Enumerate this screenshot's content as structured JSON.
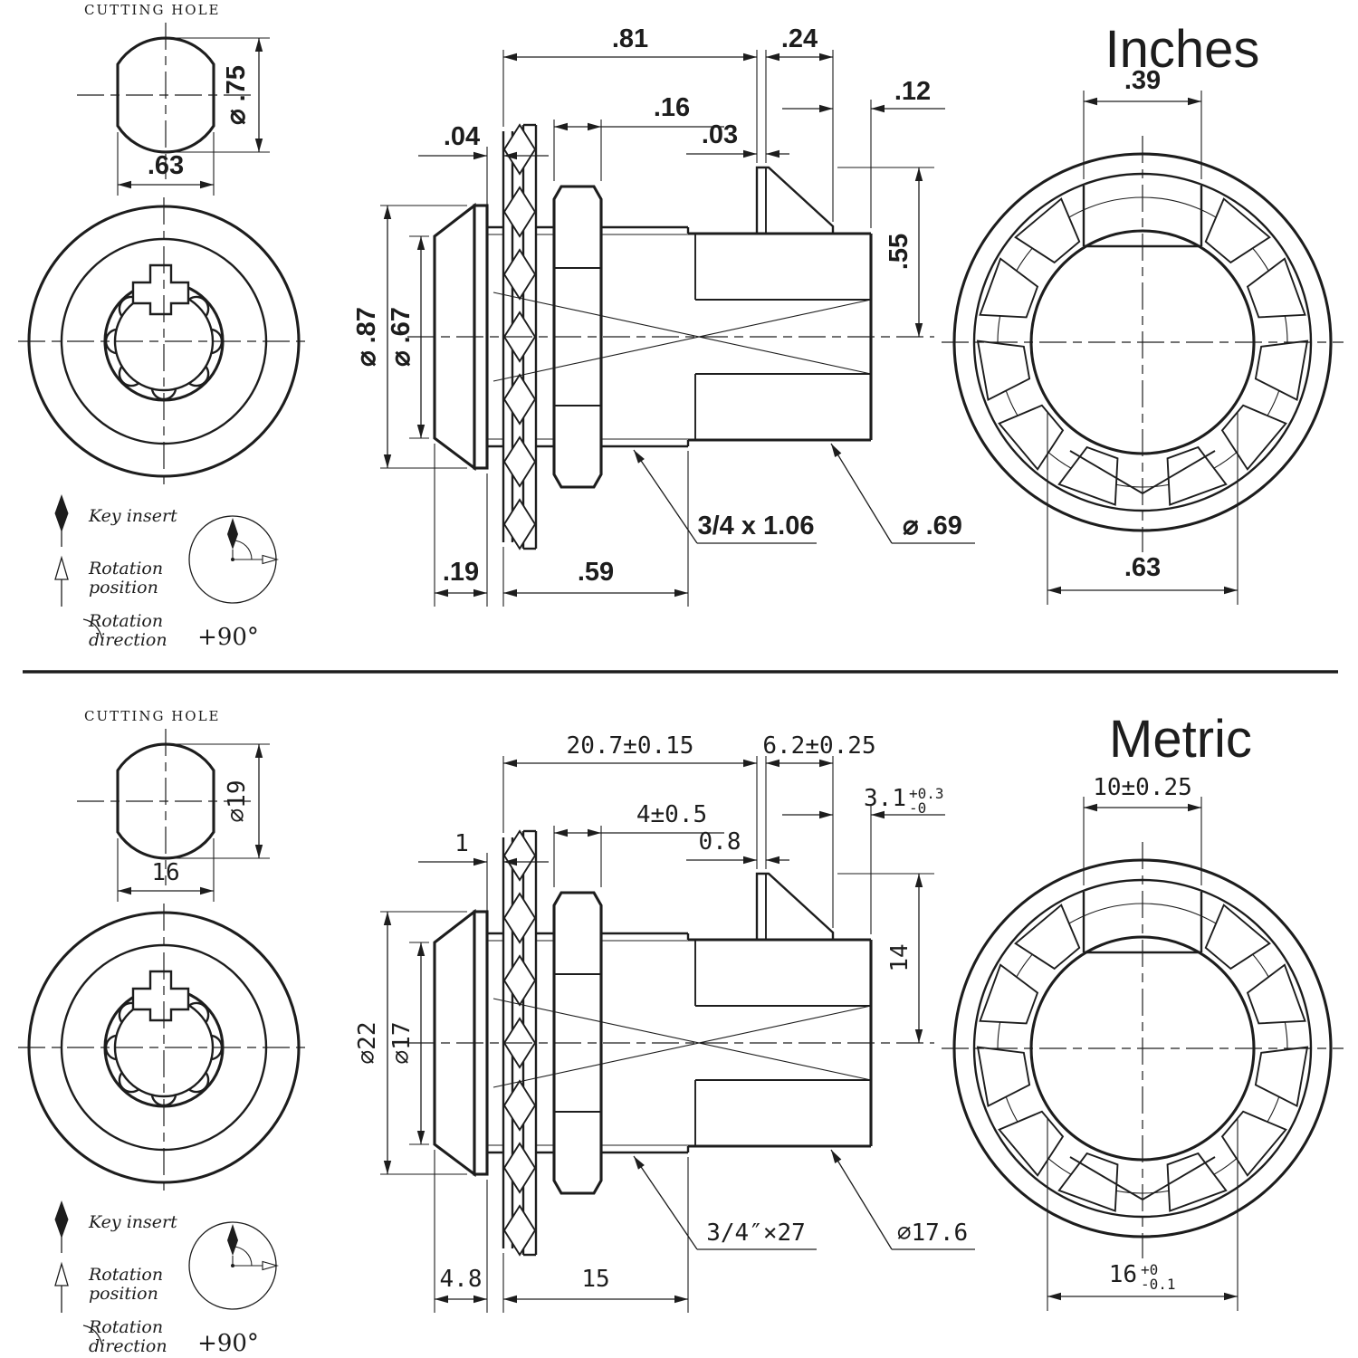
{
  "drawing": {
    "background": "#ffffff",
    "line_color": "#1d1d1d"
  },
  "legend": {
    "key_insert": "Key insert",
    "rotation_position_line1": "Rotation",
    "rotation_position_line2": "position",
    "rotation_direction_line1": "Rotation",
    "rotation_direction_line2": "direction",
    "angle": "+90°"
  },
  "inches": {
    "title": "Inches",
    "cutting_hole_label": "CUTTING HOLE",
    "hole_diameter": "⌀ .75",
    "hole_width": ".63",
    "dim_flange_to_cam": ".81",
    "dim_cam_length": ".24",
    "dim_nut_width": ".16",
    "dim_cam_thickness": ".03",
    "dim_washer_gap": ".04",
    "dim_cam_to_end": ".12",
    "dim_flange_od": "⌀ .87",
    "dim_flange_face": "⌀ .67",
    "dim_cam_height": ".55",
    "dim_flange_depth": ".19",
    "dim_thread_length": ".59",
    "thread_callout": "3/4 x 1.06",
    "dim_body_od": "⌀ .69",
    "dim_key_slot": ".39",
    "dim_across_flats": ".63"
  },
  "metric": {
    "title": "Metric",
    "cutting_hole_label": "CUTTING HOLE",
    "hole_diameter": "⌀19",
    "hole_width": "16",
    "dim_flange_to_cam": "20.7±0.15",
    "dim_cam_length": "6.2±0.25",
    "dim_nut_width": "4±0.5",
    "dim_cam_thickness": "0.8",
    "dim_washer_gap": "1",
    "dim_cam_to_end_main": "3.1",
    "dim_cam_to_end_upper": "+0.3",
    "dim_cam_to_end_lower": "-0",
    "dim_flange_od": "⌀22",
    "dim_flange_face": "⌀17",
    "dim_cam_height": "14",
    "dim_flange_depth": "4.8",
    "dim_thread_length": "15",
    "thread_callout": "3/4″×27",
    "dim_body_od": "⌀17.6",
    "dim_key_slot": "10±0.25",
    "dim_across_flats_main": "16",
    "dim_across_flats_upper": "+0",
    "dim_across_flats_lower": "-0.1"
  }
}
